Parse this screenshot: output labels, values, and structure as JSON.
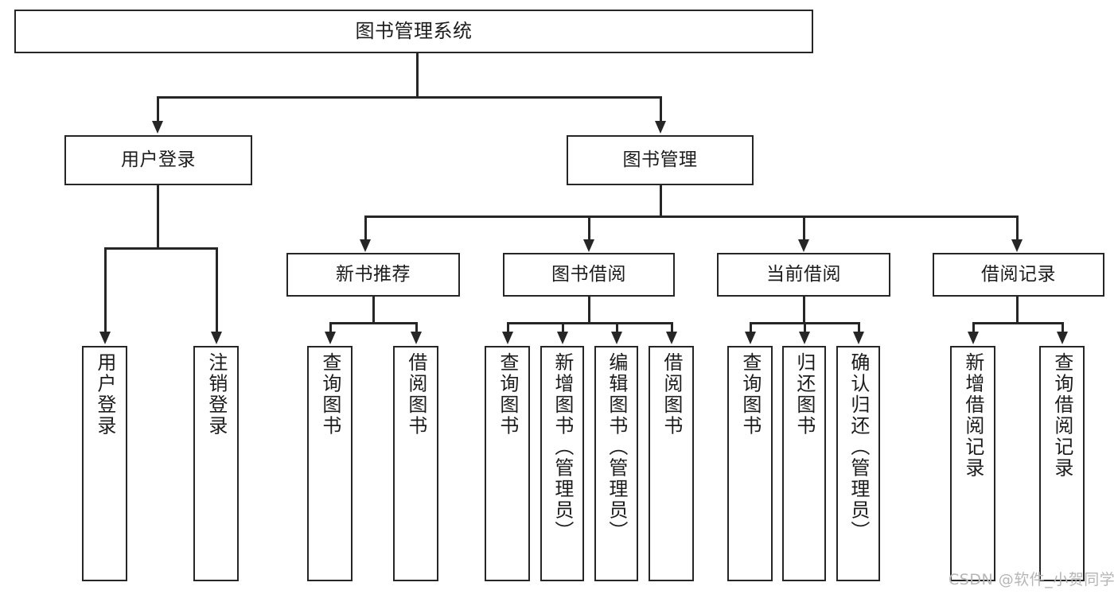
{
  "diagram": {
    "type": "tree-hierarchy-chart",
    "title": "图书管理系统",
    "root": {
      "label": "图书管理系统"
    },
    "level2": [
      {
        "id": "user-login",
        "label": "用户登录"
      },
      {
        "id": "book-manage",
        "label": "图书管理"
      }
    ],
    "level3": [
      {
        "id": "new-book-recommend",
        "label": "新书推荐"
      },
      {
        "id": "book-borrow",
        "label": "图书借阅"
      },
      {
        "id": "current-borrow",
        "label": "当前借阅"
      },
      {
        "id": "borrow-record",
        "label": "借阅记录"
      }
    ],
    "leaves": [
      {
        "id": "leaf-user-login",
        "label": "用户登录",
        "parent": "user-login"
      },
      {
        "id": "leaf-logout-login",
        "label": "注销登录",
        "parent": "user-login"
      },
      {
        "id": "leaf-query-book-1",
        "label": "查询图书",
        "parent": "new-book-recommend"
      },
      {
        "id": "leaf-borrow-book-1",
        "label": "借阅图书",
        "parent": "new-book-recommend"
      },
      {
        "id": "leaf-query-book-2",
        "label": "查询图书",
        "parent": "book-borrow"
      },
      {
        "id": "leaf-add-book-admin",
        "label": "新增图书（管理员）",
        "parent": "book-borrow"
      },
      {
        "id": "leaf-edit-book-admin",
        "label": "编辑图书（管理员）",
        "parent": "book-borrow"
      },
      {
        "id": "leaf-borrow-book-2",
        "label": "借阅图书",
        "parent": "book-borrow"
      },
      {
        "id": "leaf-query-book-3",
        "label": "查询图书",
        "parent": "current-borrow"
      },
      {
        "id": "leaf-return-book",
        "label": "归还图书",
        "parent": "current-borrow"
      },
      {
        "id": "leaf-confirm-return",
        "label": "确认归还（管理员）",
        "parent": "current-borrow"
      },
      {
        "id": "leaf-add-record",
        "label": "新增借阅记录",
        "parent": "borrow-record"
      },
      {
        "id": "leaf-query-record",
        "label": "查询借阅记录",
        "parent": "borrow-record"
      }
    ]
  },
  "watermark": {
    "text": "CSDN @软件_小贺同学"
  },
  "colors": {
    "stroke": "#262626",
    "fill": "#ffffff",
    "text": "#1c1c1c",
    "watermark": "#b6b6b6"
  }
}
